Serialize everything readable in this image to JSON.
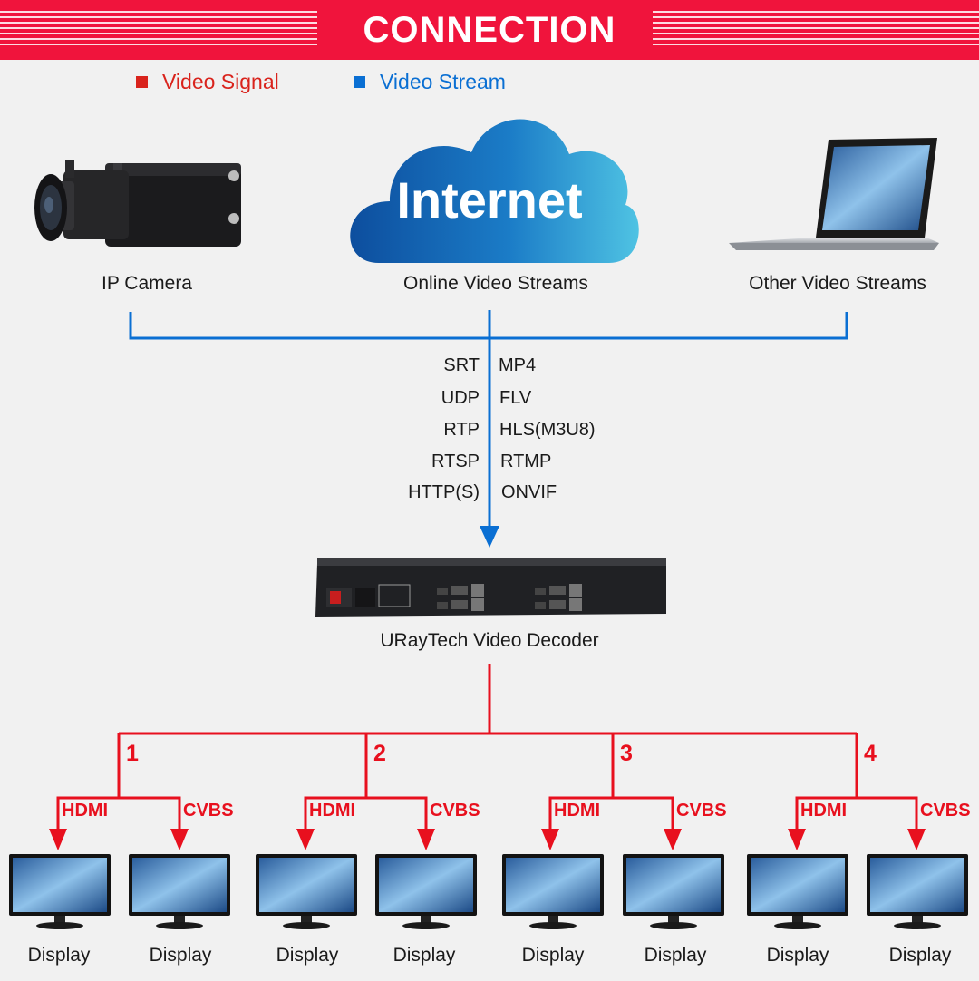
{
  "header": {
    "title": "CONNECTION"
  },
  "legend": [
    {
      "label": "Video Signal",
      "color": "#d9231c"
    },
    {
      "label": "Video Stream",
      "color": "#0a6fd3"
    }
  ],
  "sources": [
    {
      "label": "IP Camera",
      "icon": "ip-camera-icon"
    },
    {
      "label": "Online Video Streams",
      "icon": "internet-cloud-icon",
      "cloud_text": "Internet"
    },
    {
      "label": "Other Video Streams",
      "icon": "laptop-icon"
    }
  ],
  "protocols": {
    "left": [
      "SRT",
      "UDP",
      "RTP",
      "RTSP",
      "HTTP(S)"
    ],
    "right": [
      "MP4",
      "FLV",
      "HLS(M3U8)",
      "RTMP",
      "ONVIF"
    ]
  },
  "decoder": {
    "label": "URayTech Video Decoder",
    "icon": "video-decoder-icon"
  },
  "channels": [
    {
      "number": "1",
      "ports": [
        "HDMI",
        "CVBS"
      ]
    },
    {
      "number": "2",
      "ports": [
        "HDMI",
        "CVBS"
      ]
    },
    {
      "number": "3",
      "ports": [
        "HDMI",
        "CVBS"
      ]
    },
    {
      "number": "4",
      "ports": [
        "HDMI",
        "CVBS"
      ]
    }
  ],
  "displays": [
    "Display",
    "Display",
    "Display",
    "Display",
    "Display",
    "Display",
    "Display",
    "Display"
  ],
  "colors": {
    "banner": "#f0143c",
    "signal": "#e8101e",
    "stream": "#0a6fd3"
  }
}
